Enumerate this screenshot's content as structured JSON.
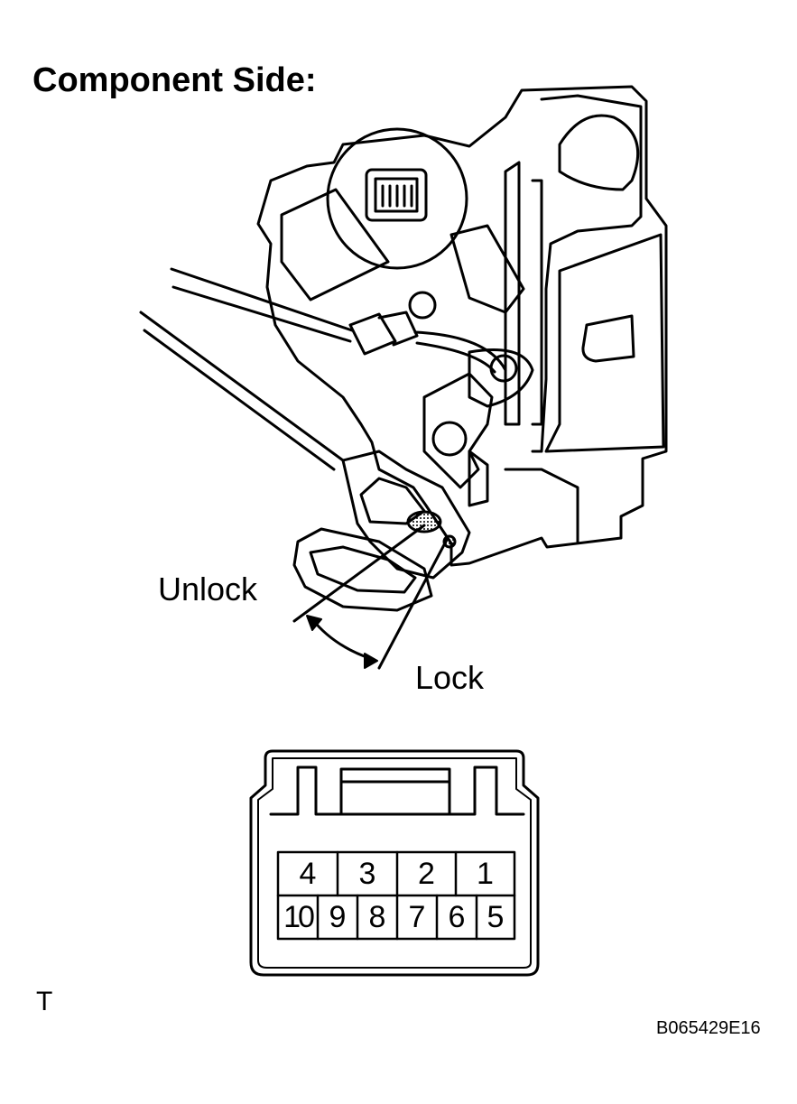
{
  "title": "Component Side:",
  "labels": {
    "unlock": "Unlock",
    "lock": "Lock"
  },
  "connector": {
    "top_row": [
      "4",
      "3",
      "2",
      "1"
    ],
    "bottom_row": [
      "10",
      "9",
      "8",
      "7",
      "6",
      "5"
    ]
  },
  "view_mark": "T",
  "figure_id": "B065429E16"
}
